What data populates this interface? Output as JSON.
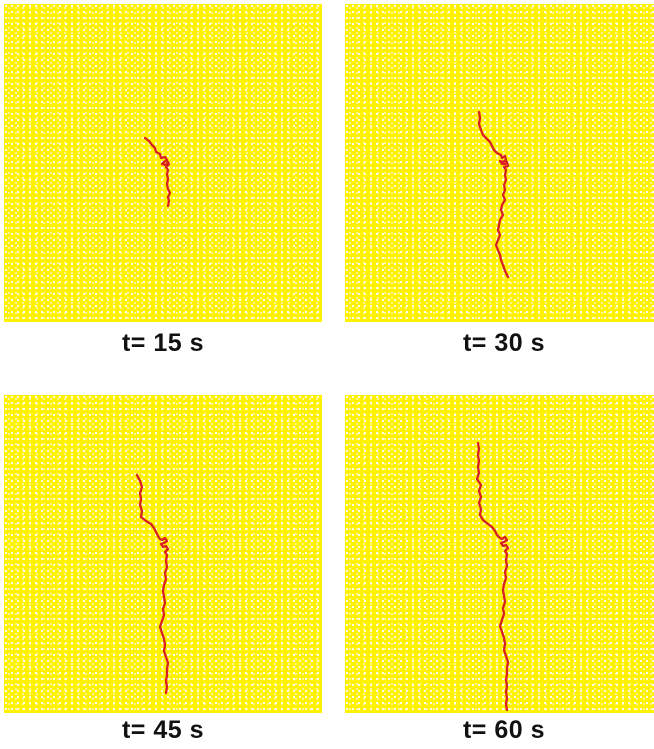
{
  "panels": [
    {
      "caption": "t= 15 s"
    },
    {
      "caption": "t= 30 s"
    },
    {
      "caption": "t= 45 s"
    },
    {
      "caption": "t= 60 s"
    }
  ],
  "colors": {
    "particles": "#fff200",
    "crack": "#d82020"
  }
}
